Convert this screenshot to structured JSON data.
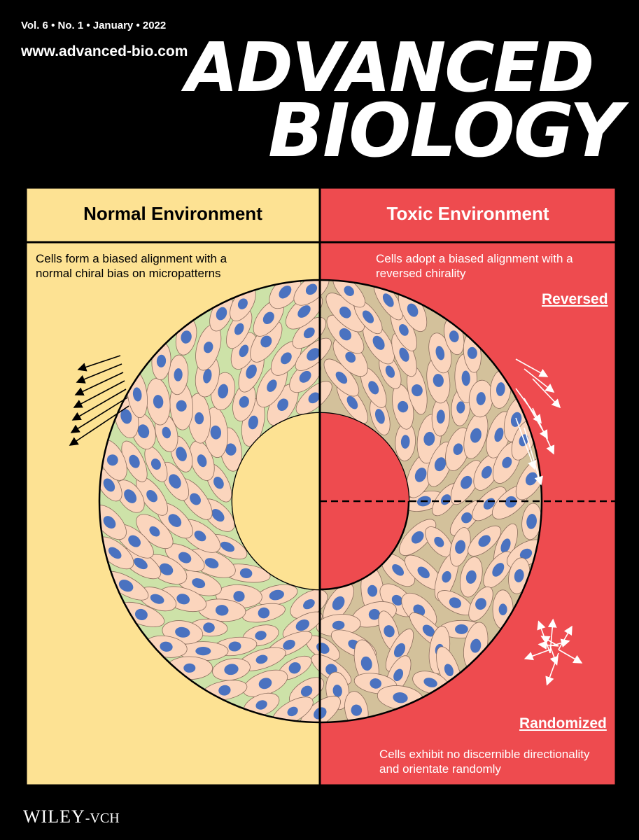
{
  "journal": {
    "issue_line": "Vol. 6 • No. 1 • January • 2022",
    "url": "www.advanced-bio.com",
    "title_line1": "ADVANCED",
    "title_line2": "BIOLOGY"
  },
  "figure": {
    "left_panel": {
      "heading": "Normal Environment",
      "caption_line1": "Cells form a biased alignment with a",
      "caption_line2": "normal chiral bias on micropatterns",
      "bg_color": "#fde293",
      "ring_color": "#cde2a8"
    },
    "right_panel": {
      "heading": "Toxic Environment",
      "caption_line1": "Cells adopt a biased alignment with a",
      "caption_line2": "reversed chirality",
      "label_reversed": "Reversed",
      "label_randomized": "Randomized",
      "caption_bottom_line1": "Cells exhibit no discernible directionality",
      "caption_bottom_line2": "and orientate randomly",
      "bg_color": "#ee4b4f",
      "ring_color": "#d3c19b"
    },
    "cell_color": "#fbd5bd",
    "nucleus_color": "#4a72c0"
  },
  "publisher": {
    "name_main": "WILEY",
    "name_sub": "-VCH"
  }
}
